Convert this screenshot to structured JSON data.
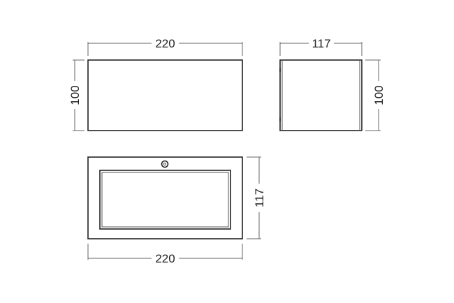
{
  "views": {
    "front": {
      "width_label": "220",
      "height_label": "100"
    },
    "side": {
      "width_label": "117",
      "height_label": "100"
    },
    "top": {
      "width_label": "220",
      "depth_label": "117"
    }
  }
}
